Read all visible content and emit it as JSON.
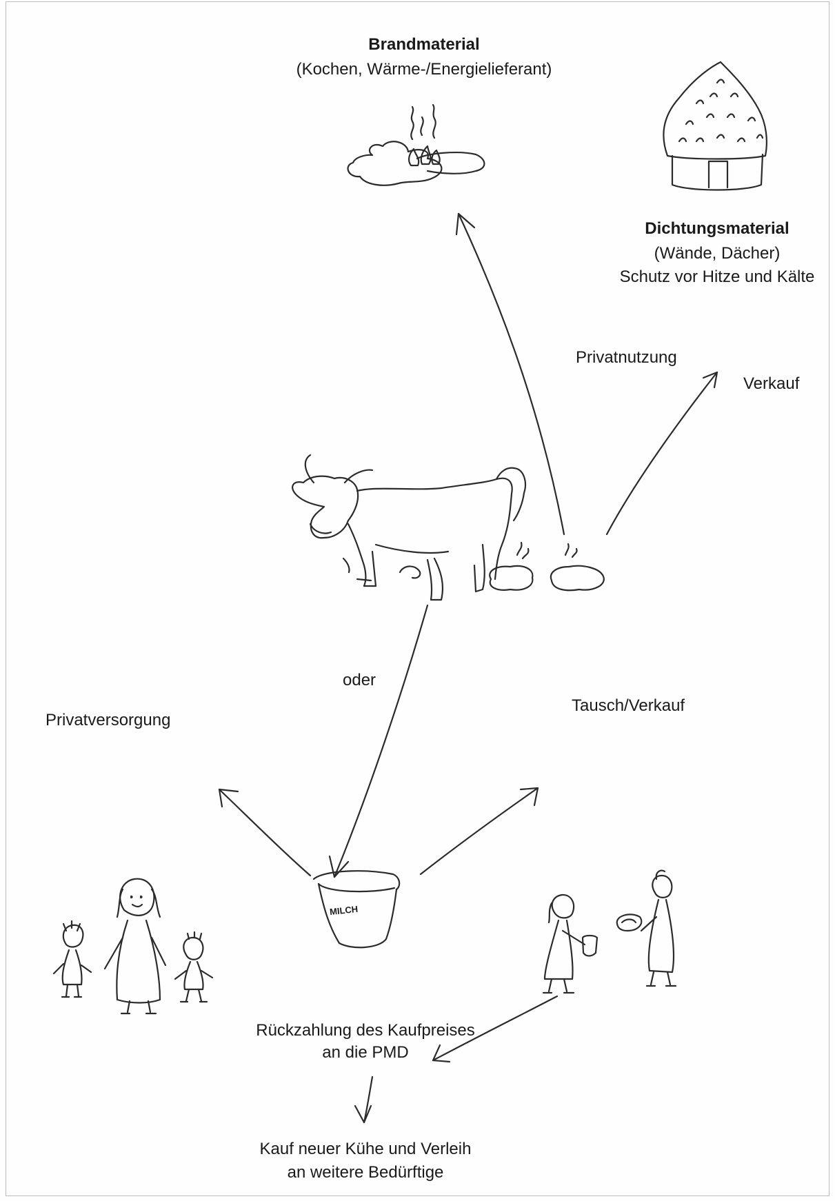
{
  "fuel": {
    "title": "Brandmaterial",
    "subtitle": "(Kochen, Wärme-/Energielieferant)"
  },
  "sealing": {
    "title": "Dichtungsmaterial",
    "line1": "(Wände, Dächer)",
    "line2": "Schutz vor Hitze und Kälte"
  },
  "labels": {
    "private_use": "Privatnutzung",
    "sale": "Verkauf",
    "or": "oder",
    "private_supply": "Privatversorgung",
    "trade_sale": "Tausch/Verkauf"
  },
  "bucket_text": "MILCH",
  "repayment": {
    "line1": "Rückzahlung des Kaufpreises",
    "line2": "an die PMD"
  },
  "new_cows": {
    "line1": "Kauf neuer Kühe und Verleih",
    "line2": "an weitere Bedürftige"
  },
  "colors": {
    "ink": "#1a1a1a",
    "pencil": "#2b2b2b",
    "frame": "#bcbcbc"
  }
}
